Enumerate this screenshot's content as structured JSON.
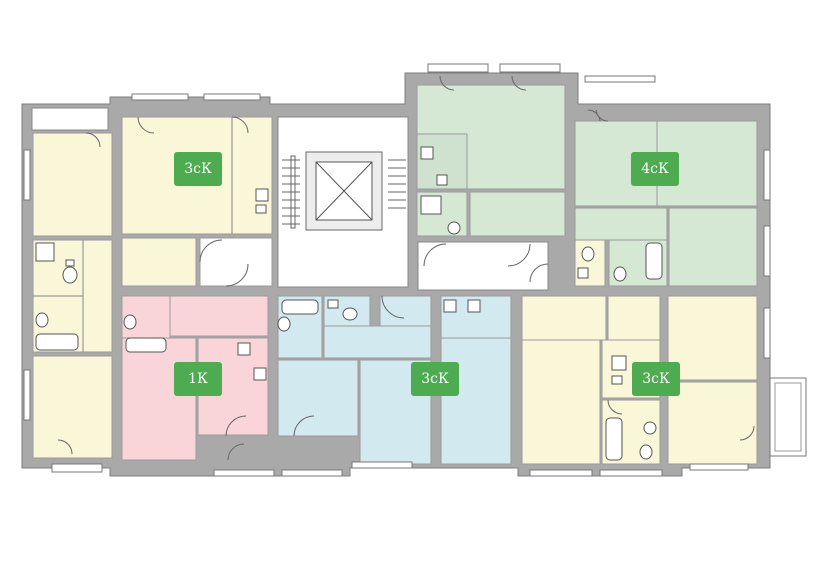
{
  "colors": {
    "yellow": "#f9f7d7",
    "green": "#d5e8d4",
    "pink": "#f9d5da",
    "blue": "#d2e9ef",
    "wall": "#a9a9a9",
    "badge": "#4dac4f"
  },
  "apartments": [
    {
      "id": "apt-nw",
      "label": "3сК",
      "color": "yellow"
    },
    {
      "id": "apt-ne",
      "label": "4сК",
      "color": "green"
    },
    {
      "id": "apt-1k",
      "label": "1К",
      "color": "pink"
    },
    {
      "id": "apt-center",
      "label": "3сК",
      "color": "blue"
    },
    {
      "id": "apt-se",
      "label": "3сК",
      "color": "yellow"
    }
  ]
}
